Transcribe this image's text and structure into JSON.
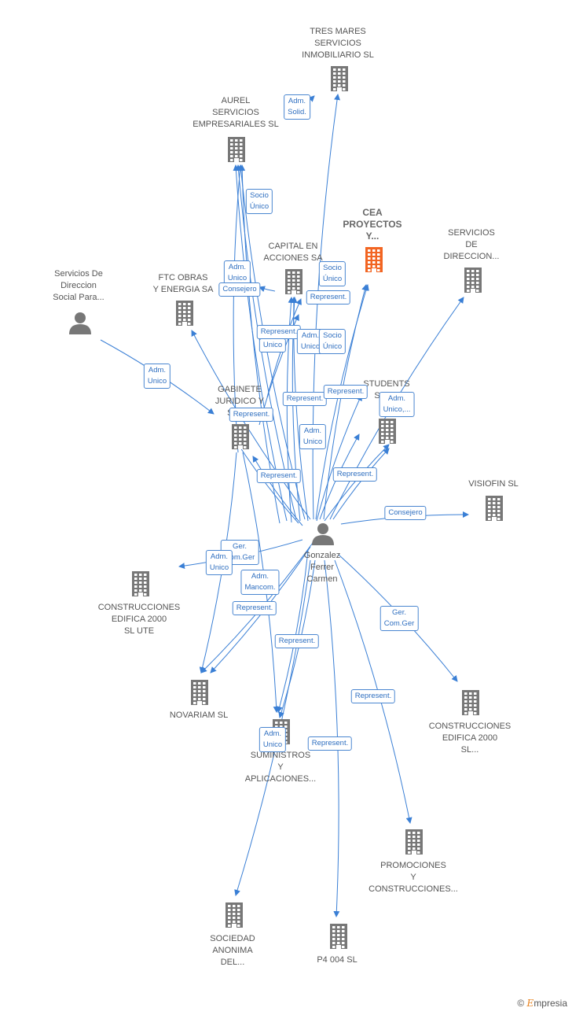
{
  "colors": {
    "edge": "#3a7fd5",
    "building": "#777777",
    "focus_building": "#f26522",
    "person": "#777777"
  },
  "nodes": {
    "tres_mares": [
      "TRES MARES",
      "SERVICIOS",
      "INMOBILIARIO SL"
    ],
    "aurel": [
      "AUREL",
      "SERVICIOS",
      "EMPRESARIALES SL"
    ],
    "cea": [
      "CEA",
      "PROYECTOS",
      "Y..."
    ],
    "capital": [
      "CAPITAL EN",
      "ACCIONES SA"
    ],
    "servicios_direccion": [
      "SERVICIOS",
      "DE",
      "DIRECCION..."
    ],
    "servicios_social": [
      "Servicios De",
      "Direccion",
      "Social Para..."
    ],
    "ftc": [
      "FTC OBRAS",
      "Y ENERGIA SA"
    ],
    "students": [
      "STUDENTS",
      "STU..."
    ],
    "gabinete": [
      "GABINETE",
      "JURIDICO Y",
      "SER..."
    ],
    "visiofin": [
      "VISIOFIN  SL"
    ],
    "gonzalez": [
      "Gonzalez",
      "Ferrer",
      "Carmen"
    ],
    "edifica_ute": [
      "CONSTRUCCIONES",
      "EDIFICA 2000",
      "SL UTE"
    ],
    "novariam": [
      "NOVARIAM  SL"
    ],
    "suministros": [
      "SUMINISTROS",
      "Y",
      "APLICACIONES..."
    ],
    "edifica_sl": [
      "CONSTRUCCIONES",
      "EDIFICA 2000",
      "SL..."
    ],
    "promociones": [
      "PROMOCIONES",
      "Y",
      "CONSTRUCCIONES..."
    ],
    "sociedad": [
      "SOCIEDAD",
      "ANONIMA",
      "DEL..."
    ],
    "p4": [
      "P4 004 SL"
    ]
  },
  "edge_labels": [
    [
      "Adm.",
      "Solid."
    ],
    [
      "Socio",
      "Único"
    ],
    [
      "Adm.",
      "Unico"
    ],
    [
      "Consejero"
    ],
    [
      "Socio",
      "Único"
    ],
    [
      "Represent."
    ],
    [
      "Represent."
    ],
    [
      "Unico"
    ],
    [
      "Adm.",
      "Unico"
    ],
    [
      "Socio",
      "Único"
    ],
    [
      "Adm.",
      "Unico"
    ],
    [
      "Represent."
    ],
    [
      "Represent."
    ],
    [
      "Adm.",
      "Unico,..."
    ],
    [
      "Represent."
    ],
    [
      "Adm.",
      "Unico"
    ],
    [
      "Represent."
    ],
    [
      "Represent."
    ],
    [
      "Consejero"
    ],
    [
      "Ger.",
      "Com.Ger"
    ],
    [
      "Adm.",
      "Unico"
    ],
    [
      "Adm.",
      "Mancom."
    ],
    [
      "Represent."
    ],
    [
      "Ger.",
      "Com.Ger"
    ],
    [
      "Represent."
    ],
    [
      "Represent."
    ],
    [
      "Adm.",
      "Unico"
    ],
    [
      "Represent."
    ]
  ],
  "brand": {
    "symbol": "©",
    "name_first": "E",
    "name_rest": "mpresia"
  }
}
